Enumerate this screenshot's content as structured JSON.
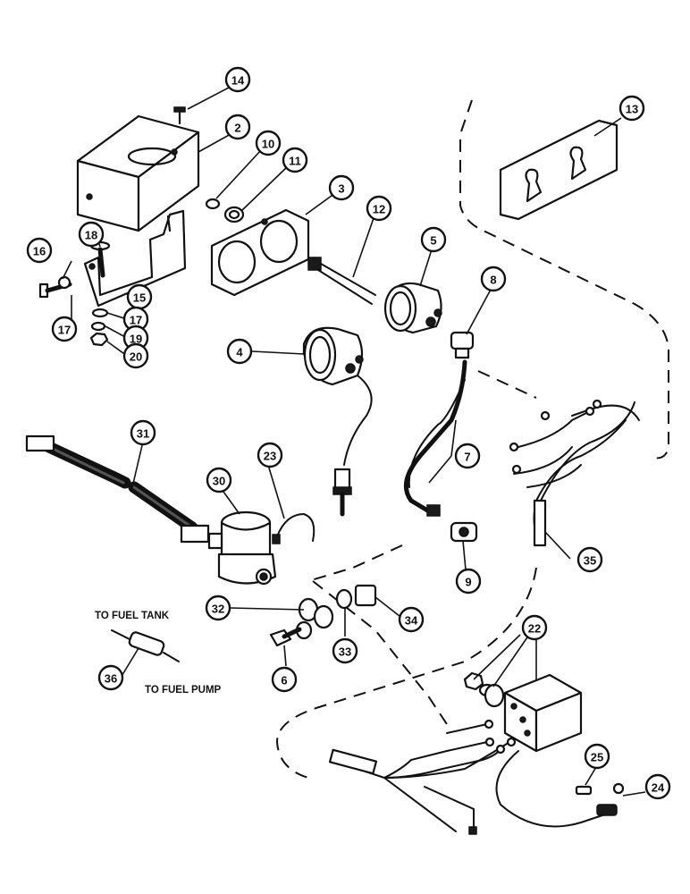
{
  "callouts": [
    {
      "id": "c14",
      "label": "14"
    },
    {
      "id": "c2",
      "label": "2"
    },
    {
      "id": "c10",
      "label": "10"
    },
    {
      "id": "c11",
      "label": "11"
    },
    {
      "id": "c3",
      "label": "3"
    },
    {
      "id": "c12",
      "label": "12"
    },
    {
      "id": "c13",
      "label": "13"
    },
    {
      "id": "c5",
      "label": "5"
    },
    {
      "id": "c8",
      "label": "8"
    },
    {
      "id": "c16",
      "label": "16"
    },
    {
      "id": "c18",
      "label": "18"
    },
    {
      "id": "c15",
      "label": "15"
    },
    {
      "id": "c17a",
      "label": "17"
    },
    {
      "id": "c17b",
      "label": "17"
    },
    {
      "id": "c19",
      "label": "19"
    },
    {
      "id": "c20",
      "label": "20"
    },
    {
      "id": "c4",
      "label": "4"
    },
    {
      "id": "c31",
      "label": "31"
    },
    {
      "id": "c23",
      "label": "23"
    },
    {
      "id": "c30",
      "label": "30"
    },
    {
      "id": "c7",
      "label": "7"
    },
    {
      "id": "c35",
      "label": "35"
    },
    {
      "id": "c9",
      "label": "9"
    },
    {
      "id": "c32",
      "label": "32"
    },
    {
      "id": "c34",
      "label": "34"
    },
    {
      "id": "c33",
      "label": "33"
    },
    {
      "id": "c6",
      "label": "6"
    },
    {
      "id": "c36",
      "label": "36"
    },
    {
      "id": "c22",
      "label": "22"
    },
    {
      "id": "c25",
      "label": "25"
    },
    {
      "id": "c24",
      "label": "24"
    }
  ],
  "notes": {
    "fuel_tank": "TO FUEL TANK",
    "fuel_pump": "TO FUEL PUMP"
  }
}
